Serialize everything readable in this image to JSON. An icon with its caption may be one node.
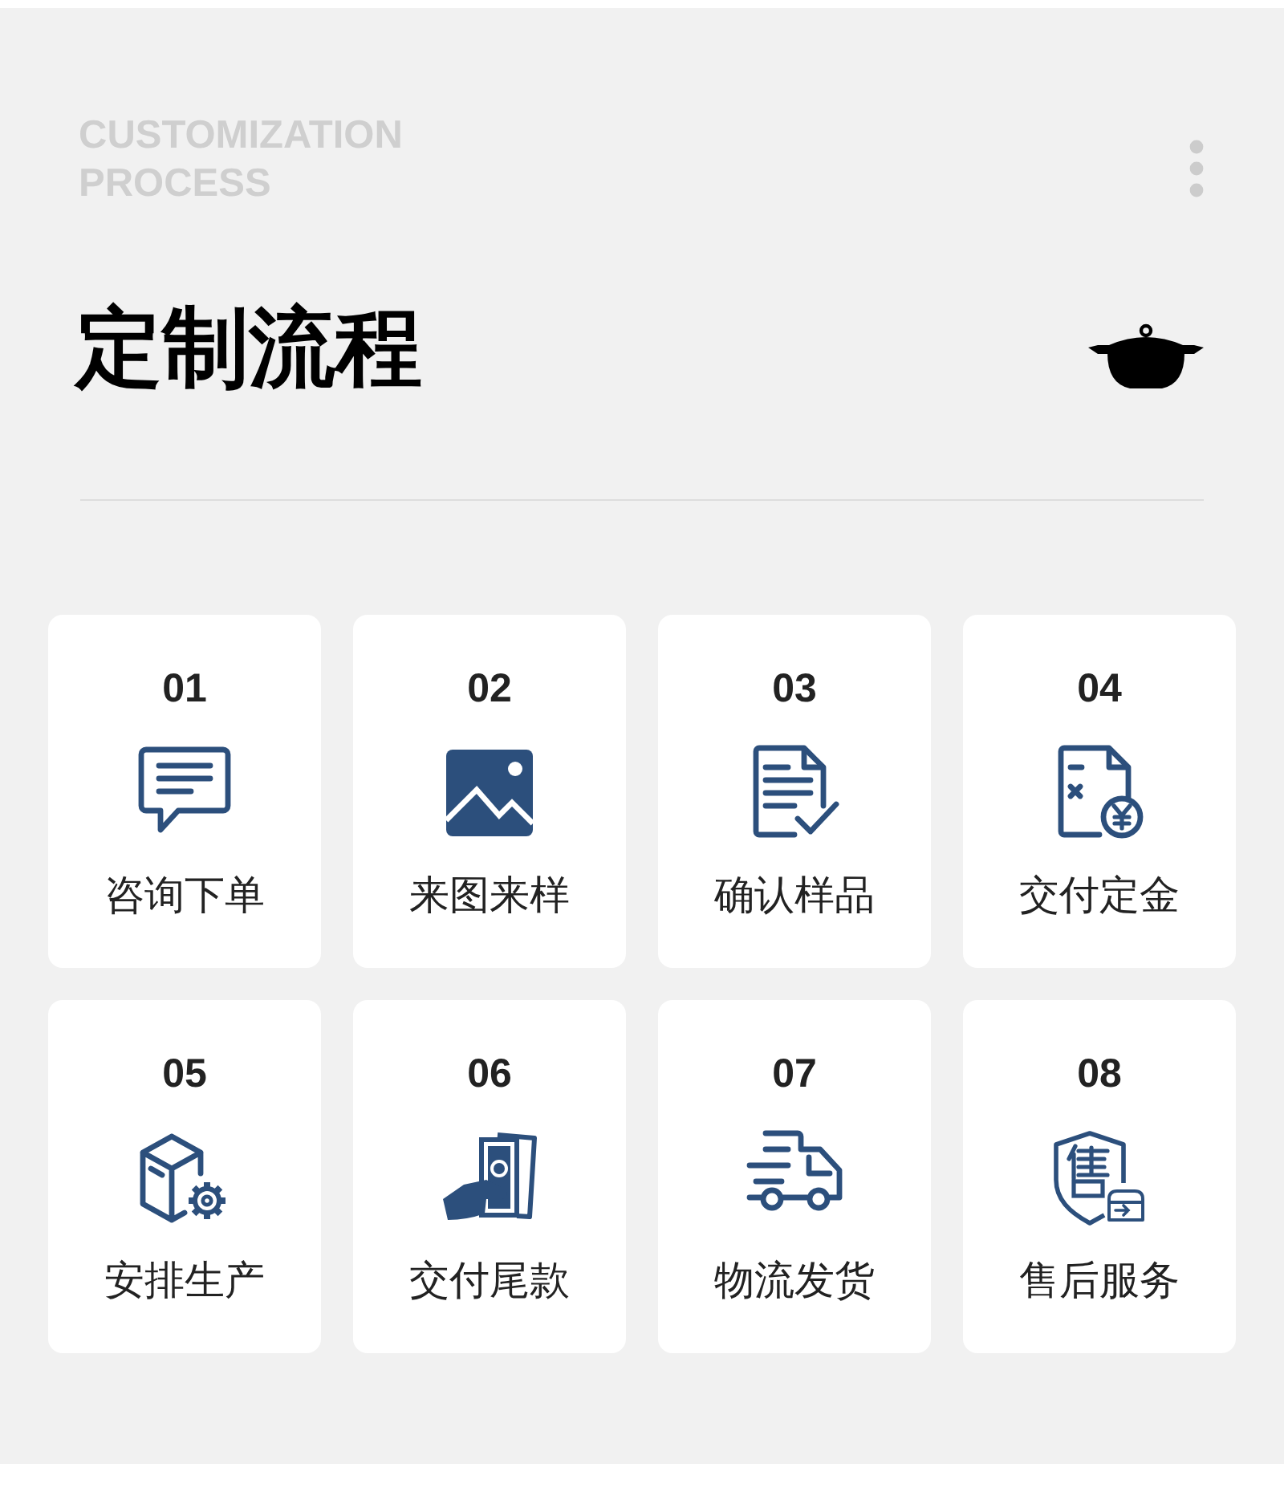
{
  "diagram": {
    "title": "定制流程",
    "nodes": [
      {
        "text": [
          "01",
          "咨询下单"
        ]
      },
      {
        "text": [
          "02",
          "来图来样"
        ]
      },
      {
        "text": [
          "03",
          "确认样品"
        ]
      },
      {
        "text": [
          "04",
          "交付定金"
        ]
      },
      {
        "text": [
          "05",
          "安排生产"
        ]
      },
      {
        "text": [
          "06",
          "交付尾款"
        ]
      },
      {
        "text": [
          "07",
          "物流发货"
        ]
      },
      {
        "text": [
          "08",
          "售后服务"
        ]
      }
    ],
    "labels": [
      "CUSTOMIZATION PROCESS"
    ]
  }
}
